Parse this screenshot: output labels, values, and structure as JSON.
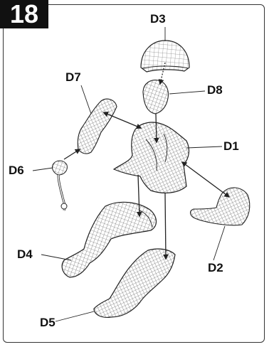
{
  "step_number": "18",
  "parts": {
    "d1": "D1",
    "d2": "D2",
    "d3": "D3",
    "d4": "D4",
    "d5": "D5",
    "d6": "D6",
    "d7": "D7",
    "d8": "D8"
  },
  "colors": {
    "line": "#222222",
    "step_bg": "#111111",
    "step_text": "#ffffff"
  }
}
